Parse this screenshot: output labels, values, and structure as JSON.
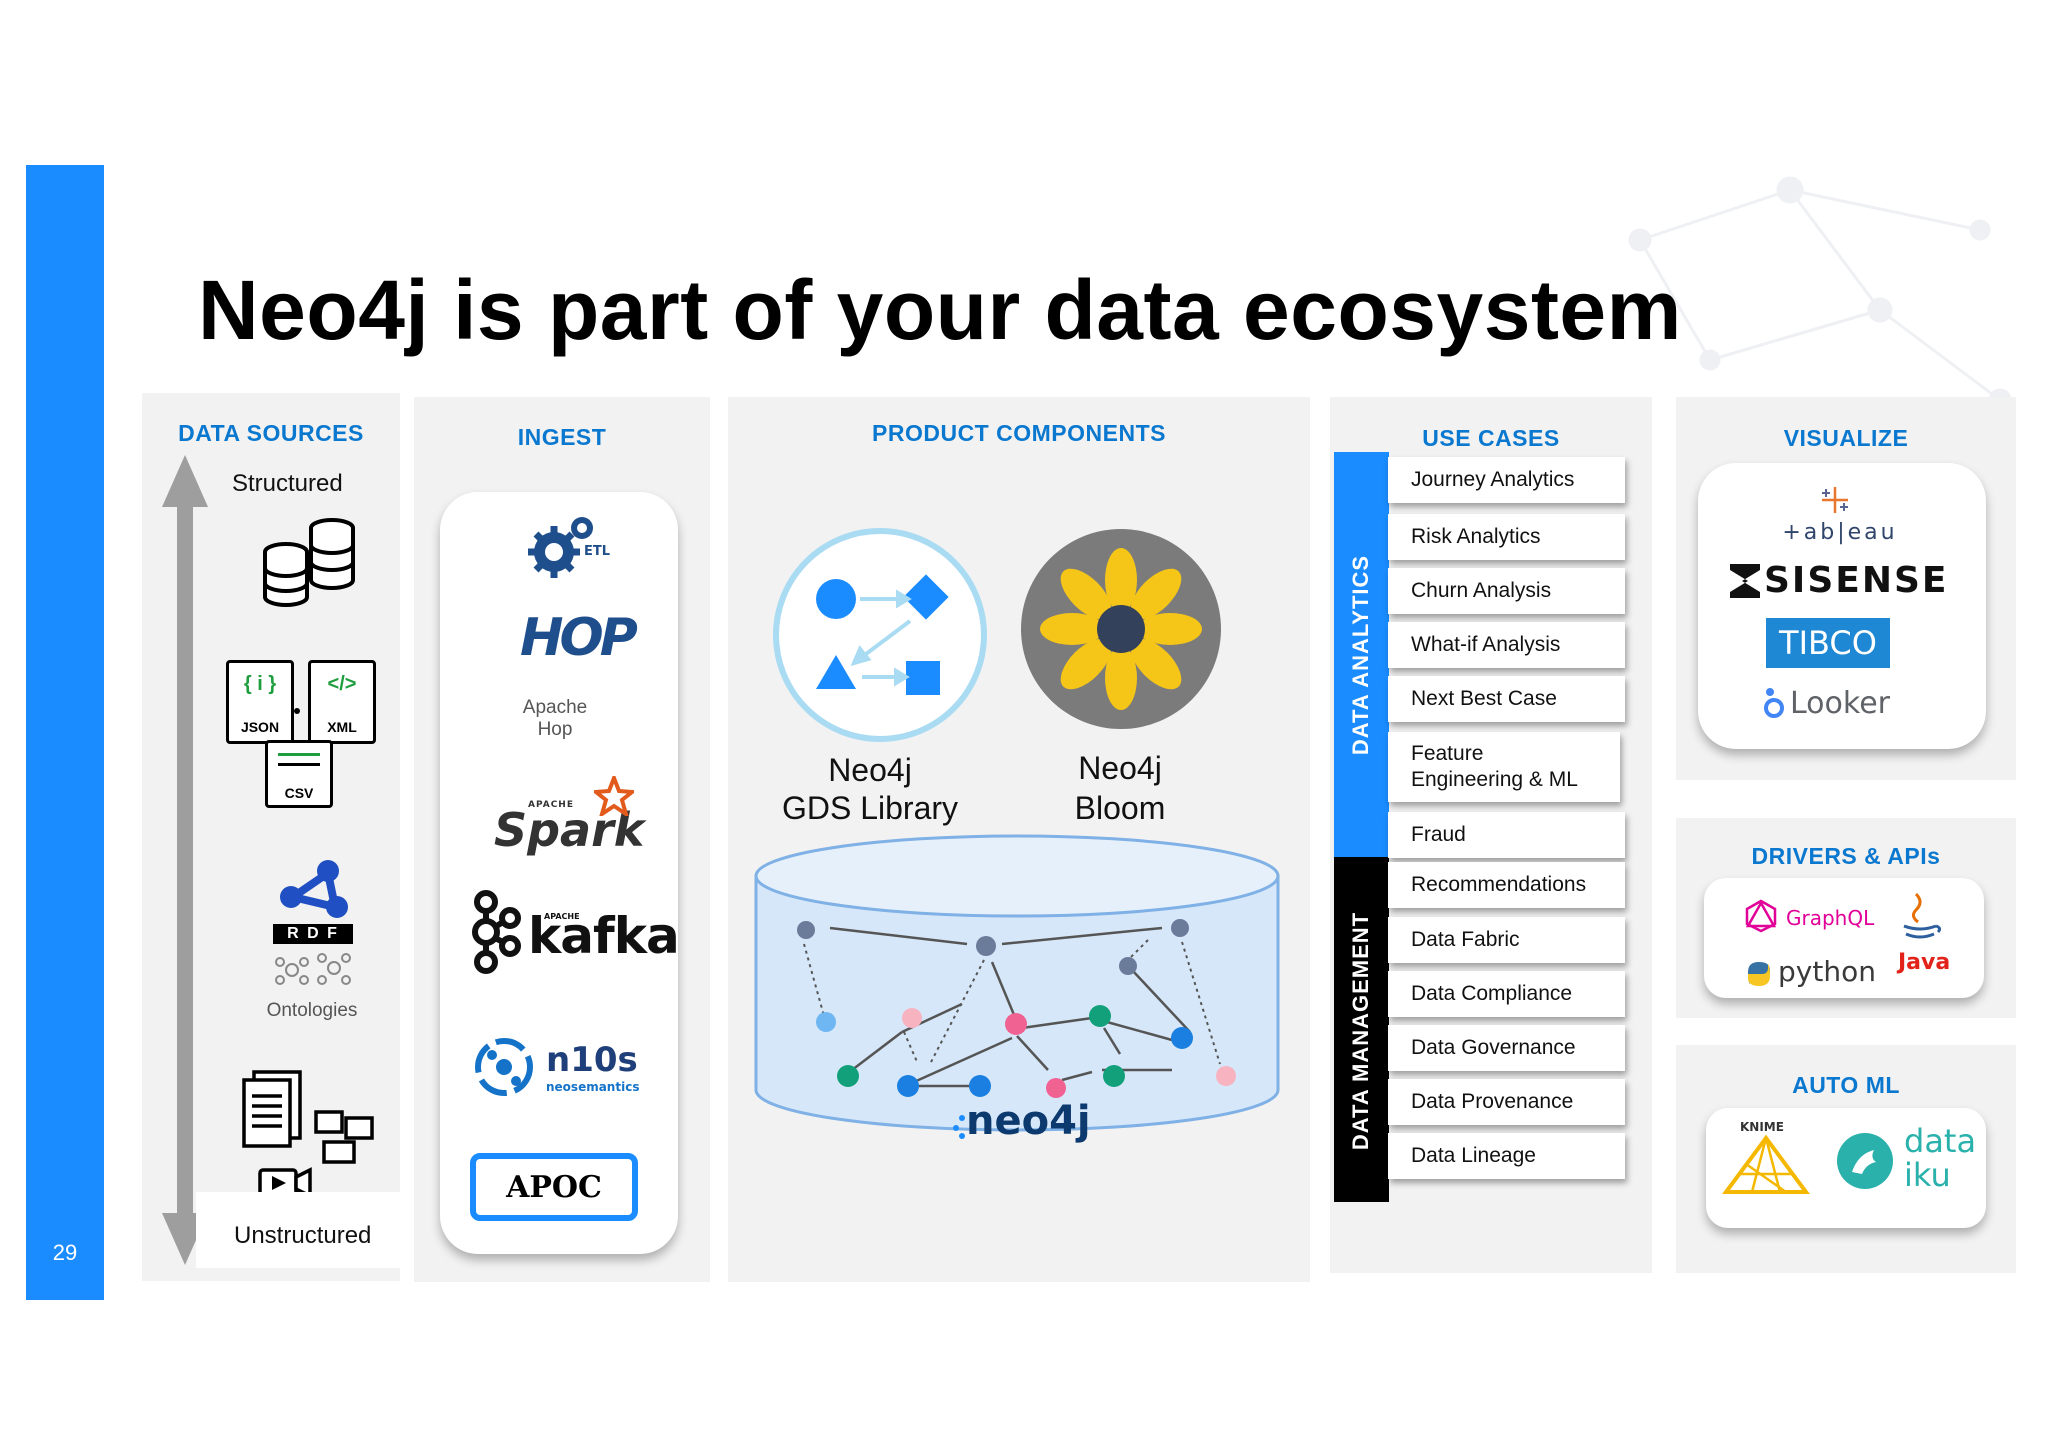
{
  "slide": {
    "page_number": "29",
    "title": "Neo4j is part of your data ecosystem"
  },
  "data_sources": {
    "title": "DATA SOURCES",
    "top_label": "Structured",
    "bottom_label": "Unstructured",
    "file_types": [
      "JSON",
      "XML",
      "CSV"
    ],
    "rdf_label": "R D F",
    "ontologies_label": "Ontologies"
  },
  "ingest": {
    "title": "INGEST",
    "etl_label": "ETL",
    "hop_logo": "HOP",
    "hop_label_1": "Apache",
    "hop_label_2": "Hop",
    "spark_small": "APACHE",
    "spark": "Spark",
    "kafka_small": "APACHE",
    "kafka": "kafka",
    "n10s": "n10s",
    "n10s_sub": "neosemantics",
    "apoc": "APOC"
  },
  "product_components": {
    "title": "PRODUCT COMPONENTS",
    "gds_line1": "Neo4j",
    "gds_line2": "GDS Library",
    "bloom_line1": "Neo4j",
    "bloom_line2": "Bloom",
    "db_logo": "neo4j"
  },
  "use_cases": {
    "title": "USE CASES",
    "analytics_label": "DATA ANALYTICS",
    "management_label": "DATA MANAGEMENT",
    "analytics_color": "#1a8cff",
    "management_color": "#000000",
    "items": [
      "Journey Analytics",
      "Risk Analytics",
      "Churn Analysis",
      "What-if Analysis",
      "Next Best Case",
      "Feature Engineering & ML",
      "Fraud",
      "Recommendations",
      "Data Fabric",
      "Data Compliance",
      "Data Governance",
      "Data Provenance",
      "Data Lineage"
    ]
  },
  "visualize": {
    "title": "VISUALIZE",
    "logos": [
      "+ab|eau",
      "SISENSE",
      "TIBCO",
      "Looker"
    ]
  },
  "drivers": {
    "title": "DRIVERS & APIs",
    "logos": [
      "GraphQL",
      "python",
      "Java"
    ]
  },
  "auto_ml": {
    "title": "AUTO ML",
    "knime": "KNIME",
    "dataiku_1": "data",
    "dataiku_2": "iku"
  }
}
